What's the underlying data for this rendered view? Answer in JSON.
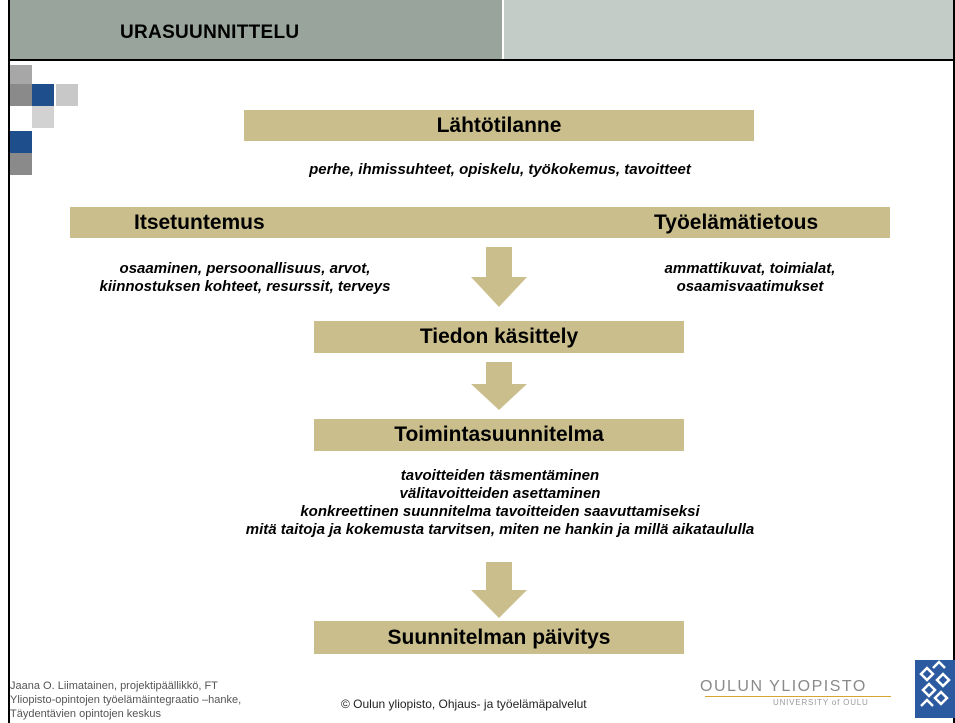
{
  "header": {
    "title": "URASUUNNITTELU"
  },
  "boxes": {
    "lahto": "Lähtötilanne",
    "itse": "Itsetuntemus",
    "tyo": "Työelämätietous",
    "tiedon": "Tiedon käsittely",
    "toiminta": "Toimintasuunnitelma",
    "paivitys": "Suunnitelman päivitys"
  },
  "texts": {
    "lahto_sub": "perhe, ihmissuhteet, opiskelu, työkokemus, tavoitteet",
    "itse_sub_1": "osaaminen, persoonallisuus, arvot,",
    "itse_sub_2": "kiinnostuksen kohteet, resurssit, terveys",
    "tyo_sub_1": "ammattikuvat, toimialat,",
    "tyo_sub_2": "osaamisvaatimukset",
    "toiminta_sub_1": "tavoitteiden täsmentäminen",
    "toiminta_sub_2": "välitavoitteiden asettaminen",
    "toiminta_sub_3": "konkreettinen suunnitelma tavoitteiden saavuttamiseksi",
    "toiminta_sub_4": "mitä taitoja ja kokemusta tarvitsen, miten ne hankin ja millä aikataululla"
  },
  "footer": {
    "author_line_1": "Jaana O. Liimatainen, projektipäällikkö, FT",
    "author_line_2": "Yliopisto-opintojen työelämäintegraatio –hanke,",
    "author_line_3": "Täydentävien opintojen keskus",
    "copyright": "© Oulun yliopisto, Ohjaus- ja työelämäpalvelut",
    "logo_text": "OULUN YLIOPISTO",
    "logo_sub": "UNIVERSITY of OULU"
  },
  "colors": {
    "box": "#cabf8c",
    "arrow": "#cabf8c",
    "header_left": "#98a49c",
    "header_right": "#c3ccc6",
    "accent_blue": "#1f4e8c"
  }
}
